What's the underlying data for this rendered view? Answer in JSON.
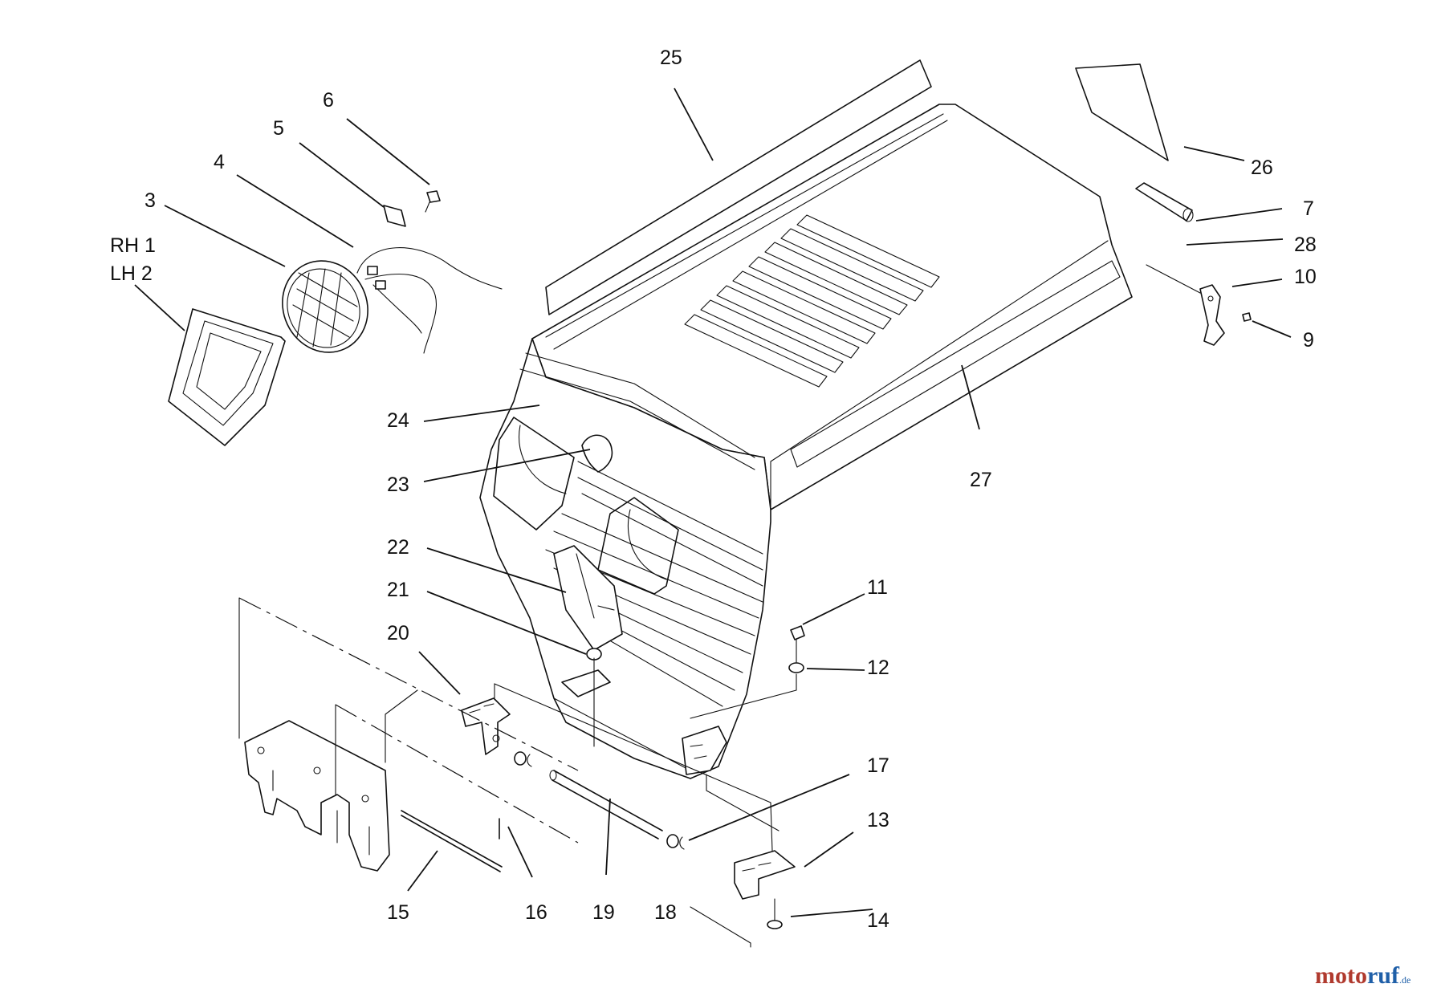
{
  "callouts": {
    "c25": "25",
    "c6": "6",
    "c5": "5",
    "c4": "4",
    "c3": "3",
    "c_rh1": "RH 1",
    "c_lh2": "LH 2",
    "c26": "26",
    "c7": "7",
    "c28": "28",
    "c10": "10",
    "c9": "9",
    "c24": "24",
    "c23": "23",
    "c27": "27",
    "c22": "22",
    "c21": "21",
    "c20": "20",
    "c11": "11",
    "c12": "12",
    "c17": "17",
    "c13": "13",
    "c14": "14",
    "c15": "15",
    "c16": "16",
    "c19": "19",
    "c18": "18"
  },
  "watermark": {
    "brand_a": "moto",
    "brand_b": "ruf",
    "suffix": ".de"
  }
}
